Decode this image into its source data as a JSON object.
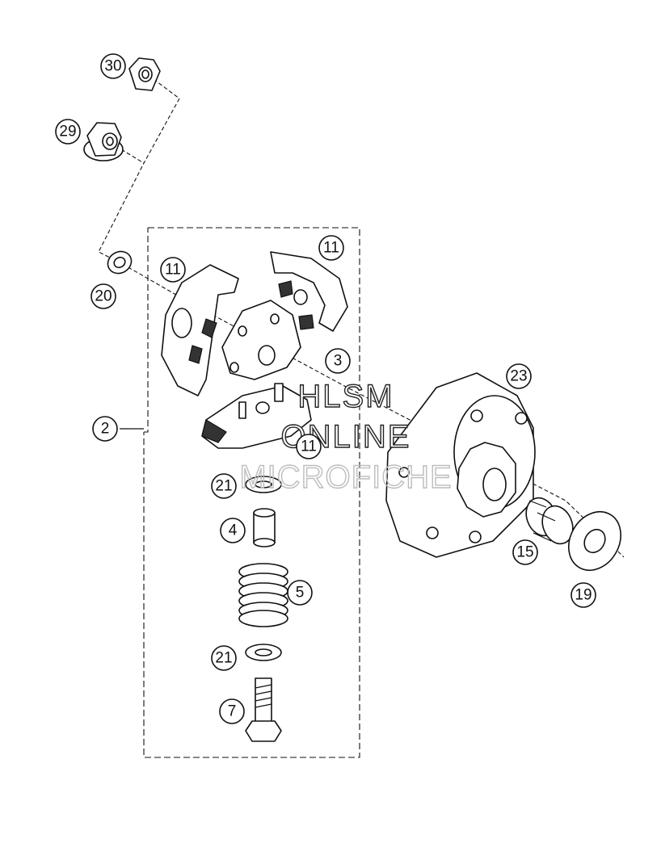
{
  "callouts": {
    "c30": "30",
    "c29": "29",
    "c20": "20",
    "c11a": "11",
    "c11b": "11",
    "c11c": "11",
    "c3": "3",
    "c2": "2",
    "c23": "23",
    "c21a": "21",
    "c4": "4",
    "c5": "5",
    "c21b": "21",
    "c7": "7",
    "c15": "15",
    "c19": "19"
  },
  "watermark": {
    "line1": "HLSM",
    "line2": "ONLINE",
    "line3": "MICROFICHE"
  }
}
